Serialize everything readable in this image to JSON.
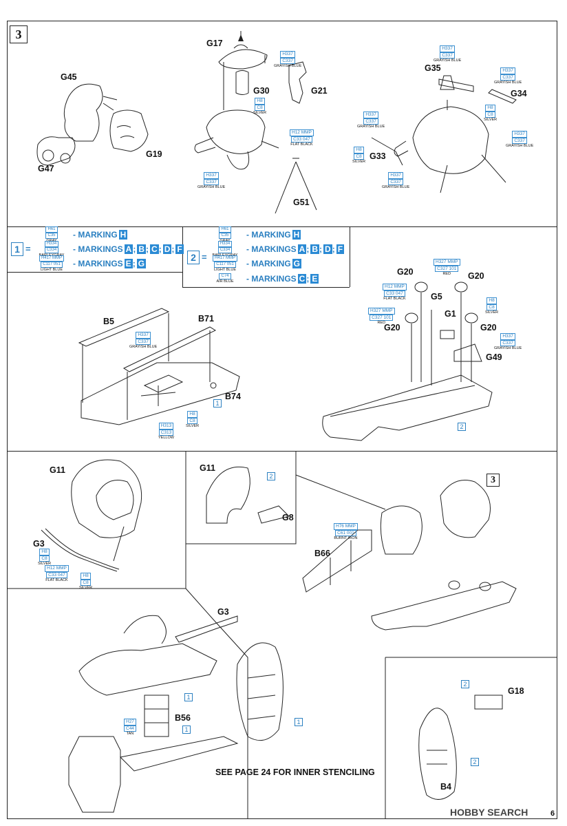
{
  "page": {
    "step_number": "3",
    "page_number": "6"
  },
  "parts_top": {
    "g17": "G17",
    "g45": "G45",
    "g19": "G19",
    "g47": "G47",
    "g30": "G30",
    "g21": "G21",
    "g51": "G51",
    "g35": "G35",
    "g34": "G34",
    "g33": "G33"
  },
  "colors_top": {
    "c1": {
      "h": "H337",
      "c": "C337",
      "name": "GRAYISH BLUE"
    },
    "c2": {
      "h": "H8",
      "c": "C8",
      "name": "SILVER"
    },
    "c3": {
      "h": "H12 MMP",
      "c": "C33 047",
      "name": "FLAT BLACK"
    },
    "c4": {
      "h": "H337",
      "c": "C337",
      "name": "GRAYISH BLUE"
    },
    "c5": {
      "h": "H337",
      "c": "C337",
      "name": "GRAYISH BLUE"
    },
    "c6": {
      "h": "H337",
      "c": "C337",
      "name": "GRAYISH BLUE"
    },
    "c7": {
      "h": "H8",
      "c": "C8",
      "name": "SILVER"
    },
    "c8": {
      "h": "H337",
      "c": "C337",
      "name": "GRAYISH BLUE"
    },
    "c9": {
      "h": "H337",
      "c": "C337",
      "name": "GRAYISH BLUE"
    },
    "c10": {
      "h": "H8",
      "c": "C8",
      "name": "SILVER"
    },
    "c11": {
      "h": "H337",
      "c": "C337",
      "name": "GRAYISH BLUE"
    }
  },
  "legend1": {
    "num": "1",
    "eq": "=",
    "rows": [
      {
        "h": "H61",
        "c": "C35",
        "name": "GRAY",
        "text": "- MARKING",
        "letters": [
          "H"
        ]
      },
      {
        "h": "H334",
        "c": "C334",
        "name": "BARLEYGRAY",
        "text": "- MARKINGS",
        "letters": [
          "A",
          "B",
          "C",
          "D",
          "F"
        ]
      },
      {
        "h": "H417 MMP",
        "c": "C117 051",
        "name": "LIGHT BLUE",
        "text": "- MARKINGS",
        "letters": [
          "E",
          "G"
        ]
      }
    ]
  },
  "legend2": {
    "num": "2",
    "eq": "=",
    "rows": [
      {
        "h": "H61",
        "c": "C35",
        "name": "GRAY",
        "text": "- MARKING",
        "letters": [
          "H"
        ]
      },
      {
        "h": "H334",
        "c": "C334",
        "name": "BARLEYGRAY",
        "text": "- MARKINGS",
        "letters": [
          "A",
          "B",
          "D",
          "F"
        ]
      },
      {
        "h": "H417 MMP",
        "c": "C117 051",
        "name": "LIGHT BLUE",
        "text": "- MARKING",
        "letters": [
          "G"
        ]
      },
      {
        "h": "",
        "c": "C74",
        "name": "AIR BLUE",
        "text": "- MARKINGS",
        "letters": [
          "C",
          "E"
        ]
      }
    ]
  },
  "parts_mid": {
    "b5": "B5",
    "b71": "B71",
    "b74": "B74",
    "g20a": "G20",
    "g20b": "G20",
    "g20c": "G20",
    "g20d": "G20",
    "g5": "G5",
    "g1": "G1",
    "g49": "G49"
  },
  "colors_mid": {
    "m1": {
      "h": "H337",
      "c": "C337",
      "name": "GRAYISH BLUE"
    },
    "m2": {
      "h": "H8",
      "c": "C8",
      "name": "SILVER"
    },
    "m3": {
      "h": "H313",
      "c": "C313",
      "name": "YELLOW"
    },
    "m4": {
      "h": "H327 MMP",
      "c": "C327 101",
      "name": "RED"
    },
    "m5": {
      "h": "H12 MMP",
      "c": "C33 047",
      "name": "FLAT BLACK"
    },
    "m6": {
      "h": "H327 MMP",
      "c": "C327 101",
      "name": "RED"
    },
    "m7": {
      "h": "H8",
      "c": "C8",
      "name": "SILVER"
    },
    "m8": {
      "h": "H337",
      "c": "C337",
      "name": "GRAYISH BLUE"
    }
  },
  "parts_low": {
    "g11a": "G11",
    "g3a": "G3",
    "g11b": "G11",
    "g8": "G8",
    "b66": "B66",
    "g3b": "G3",
    "b56": "B56",
    "g18": "G18",
    "b4": "B4"
  },
  "colors_low": {
    "l1": {
      "h": "H8",
      "c": "C8",
      "name": "SILVER"
    },
    "l2": {
      "h": "H12 MMP",
      "c": "C33 047",
      "name": "FLAT BLACK"
    },
    "l3": {
      "h": "H8",
      "c": "C8",
      "name": "SILVER"
    },
    "l4": {
      "h": "H76 MMP",
      "c": "C61 001",
      "name": "BURNT IRON"
    },
    "l5": {
      "h": "H27",
      "c": "C44",
      "name": "TAN"
    }
  },
  "marks": {
    "m1": "1",
    "m2": "2",
    "m3": "2",
    "m4": "1",
    "m5": "1",
    "m6": "1",
    "m7": "2",
    "m8": "2",
    "step_ref": "3"
  },
  "note": "SEE PAGE 24 FOR INNER STENCILING",
  "watermark": "HOBBY SEARCH"
}
